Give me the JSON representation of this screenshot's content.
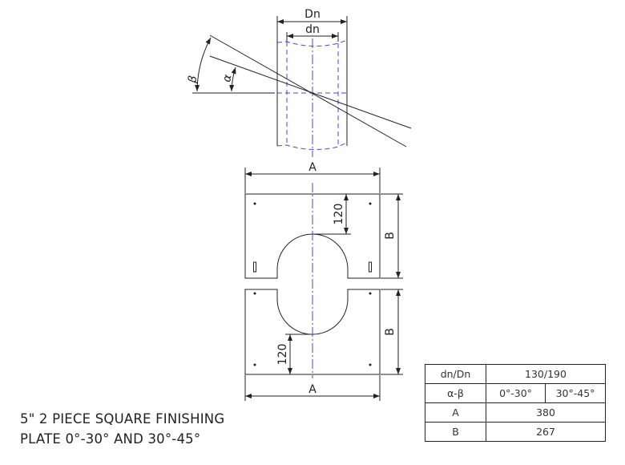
{
  "drawing": {
    "labels": {
      "Dn": "Dn",
      "dn": "dn",
      "alpha": "α",
      "beta": "β",
      "A_top": "A",
      "A_bottom": "A",
      "B_upper": "B",
      "B_lower": "B",
      "dim_upper": "120",
      "dim_lower": "120"
    }
  },
  "title": {
    "line1": "5\" 2 PIECE SQUARE FINISHING",
    "line2": "PLATE 0°-30° AND 30°-45°"
  },
  "spec_table": {
    "rows": [
      {
        "label": "dn/Dn",
        "value": "130/190"
      },
      {
        "label": "α-β",
        "value_a": "0°-30°",
        "value_b": "30°-45°"
      },
      {
        "label": "A",
        "value": "380"
      },
      {
        "label": "B",
        "value": "267"
      }
    ]
  },
  "colors": {
    "line": "#222222",
    "centerline": "#4a4ad8"
  }
}
